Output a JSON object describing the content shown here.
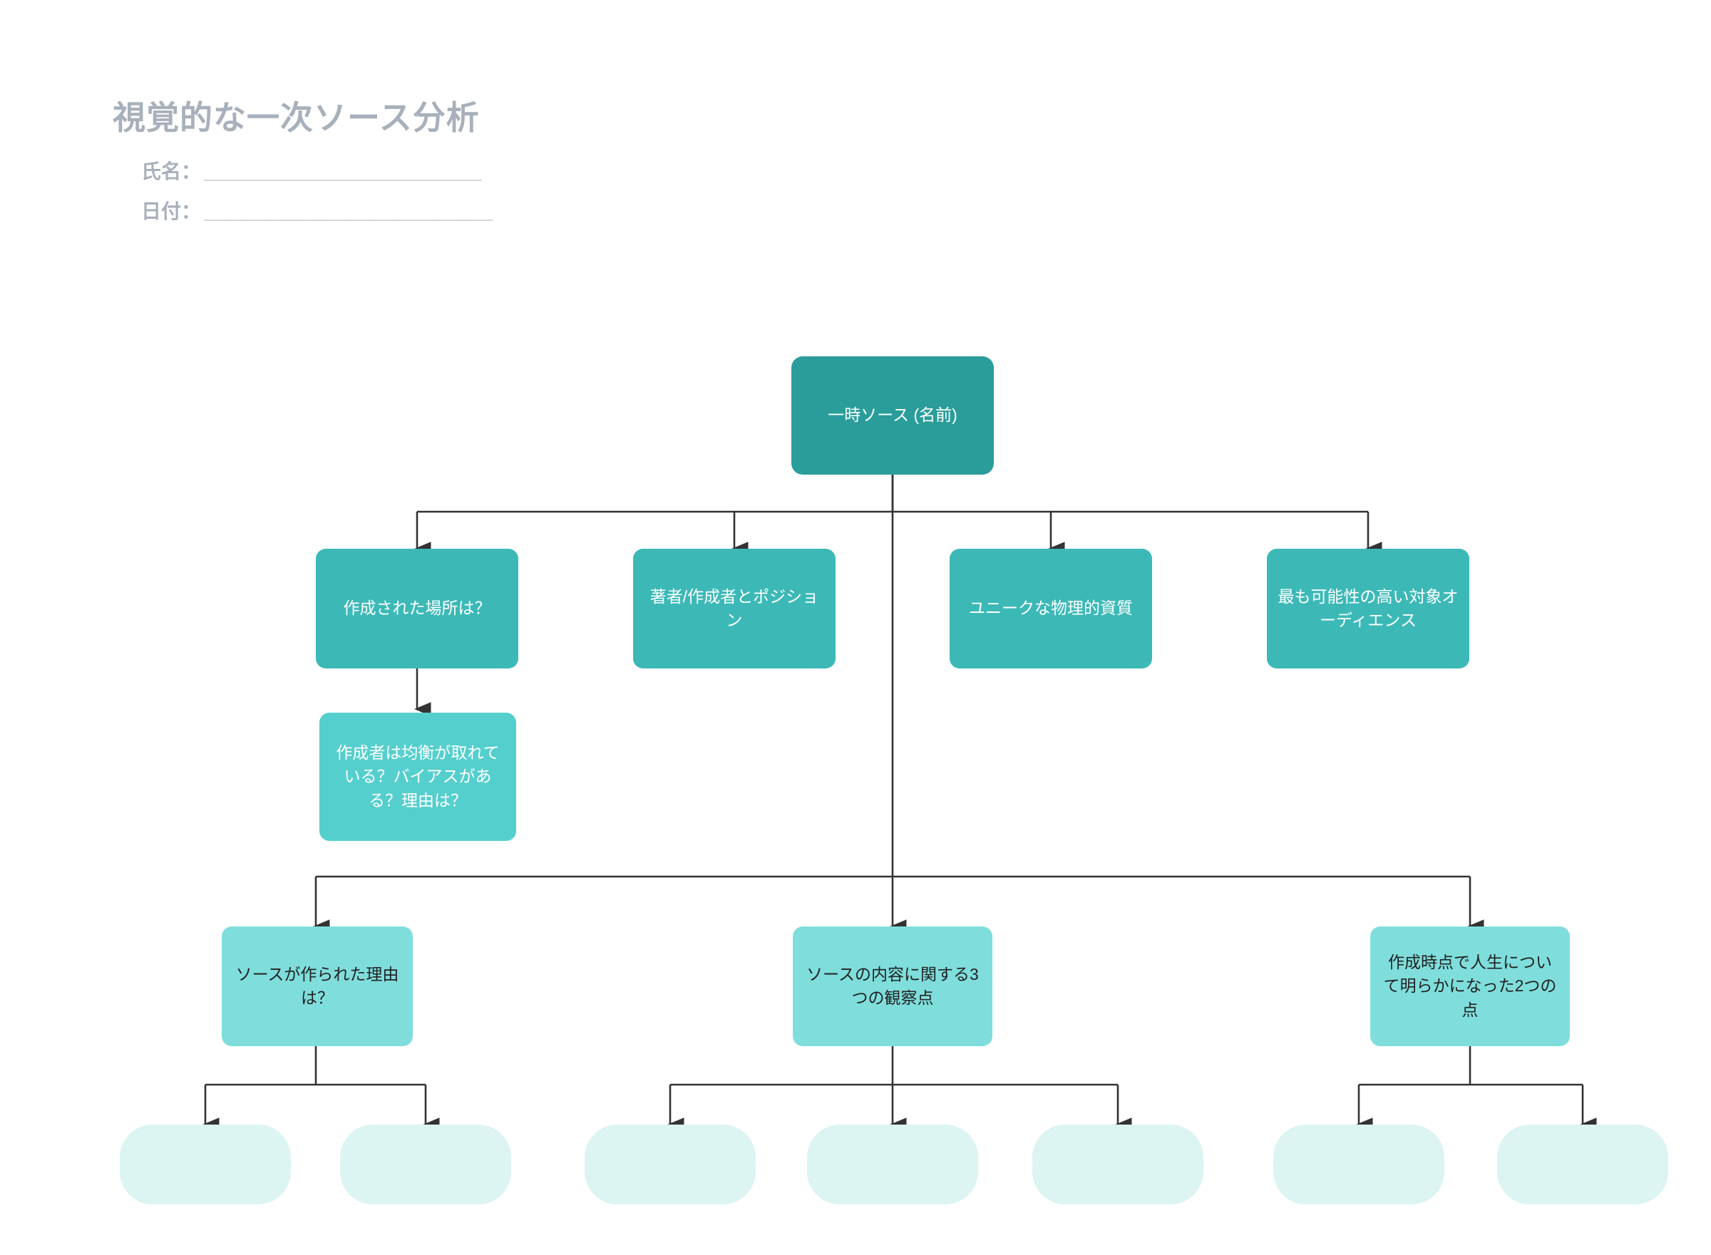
{
  "header": {
    "title": "視覚的な一次ソース分析",
    "fields": [
      {
        "label": "氏名：",
        "rule": "_________________________"
      },
      {
        "label": "日付：",
        "rule": "__________________________"
      }
    ]
  },
  "colors": {
    "title": "#a8b0bb",
    "root": "#2a9d9b",
    "level2": "#3cb9b7",
    "level3": "#55cfcd",
    "level4": "#7fdedc",
    "blank": "#dcf4f2",
    "connector": "#333333",
    "text_light": "#ffffff",
    "text_dark": "#222222",
    "background": "#ffffff"
  },
  "diagram": {
    "type": "tree",
    "root": {
      "label": "一時ソース (名前)"
    },
    "level2": [
      {
        "label": "作成された場所は？"
      },
      {
        "label": "著者/作成者とポジション"
      },
      {
        "label": "ユニークな物理的資質"
      },
      {
        "label": "最も可能性の高い対象オーディエンス"
      }
    ],
    "level3": [
      {
        "label": "作成者は均衡が取れている？バイアスがある？理由は？"
      }
    ],
    "level4": [
      {
        "label": "ソースが作られた理由は？"
      },
      {
        "label": "ソースの内容に関する3つの観察点"
      },
      {
        "label": "作成時点で人生について明らかになった2つの点"
      }
    ],
    "blanks": [
      {
        "label": ""
      },
      {
        "label": ""
      },
      {
        "label": ""
      },
      {
        "label": ""
      },
      {
        "label": ""
      },
      {
        "label": ""
      },
      {
        "label": ""
      }
    ]
  }
}
